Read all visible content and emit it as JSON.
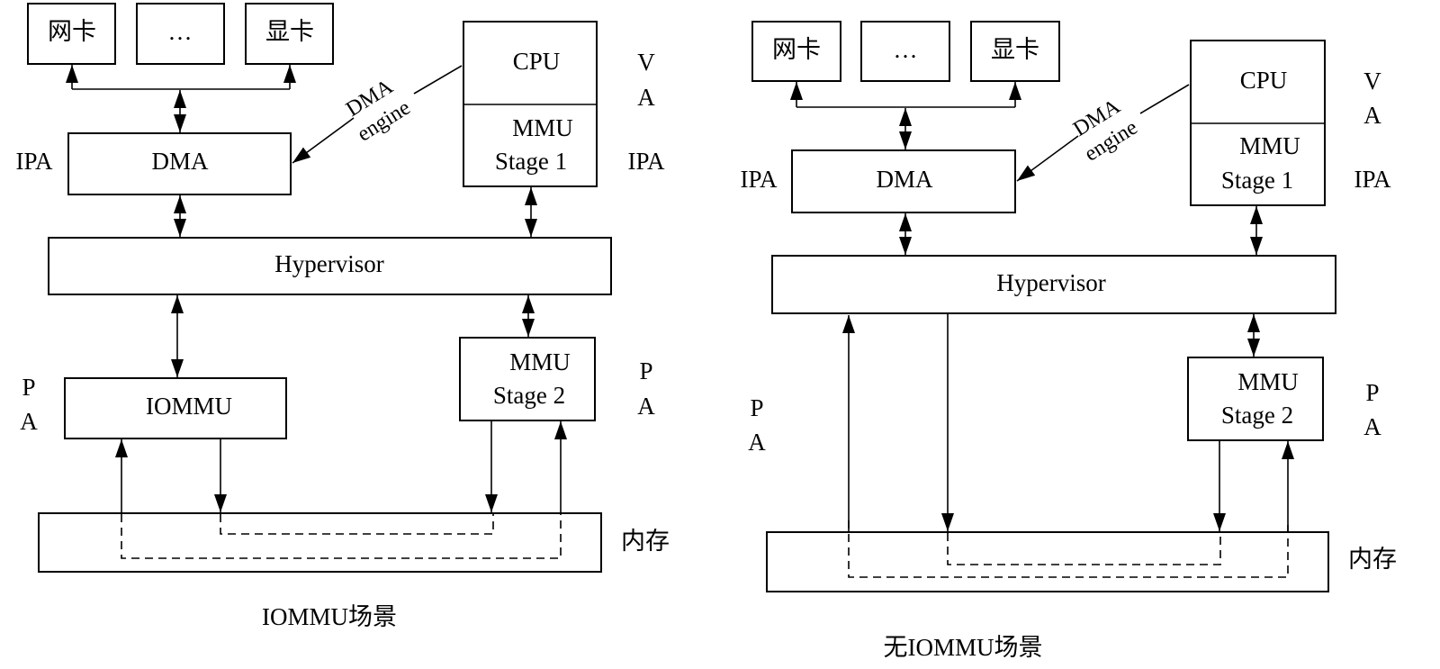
{
  "panels": [
    {
      "caption": "IOMMU场景",
      "devices": [
        "网卡",
        "…",
        "显卡"
      ],
      "dma": "DMA",
      "dma_engine": [
        "DMA",
        "engine"
      ],
      "cpu": "CPU",
      "mmu1": [
        "MMU",
        "Stage 1"
      ],
      "hypervisor": "Hypervisor",
      "iommu": "IOMMU",
      "mmu2": [
        "MMU",
        "Stage 2"
      ],
      "memory": "内存",
      "labels": {
        "va": [
          "V",
          "A"
        ],
        "ipa_left": "IPA",
        "ipa_right": "IPA",
        "pa_left": [
          "P",
          "A"
        ],
        "pa_right": [
          "P",
          "A"
        ]
      }
    },
    {
      "caption": "无IOMMU场景",
      "devices": [
        "网卡",
        "…",
        "显卡"
      ],
      "dma": "DMA",
      "dma_engine": [
        "DMA",
        "engine"
      ],
      "cpu": "CPU",
      "mmu1": [
        "MMU",
        "Stage 1"
      ],
      "hypervisor": "Hypervisor",
      "mmu2": [
        "MMU",
        "Stage 2"
      ],
      "memory": "内存",
      "labels": {
        "va": [
          "V",
          "A"
        ],
        "ipa_left": "IPA",
        "ipa_right": "IPA",
        "pa_left": [
          "P",
          "A"
        ],
        "pa_right": [
          "P",
          "A"
        ]
      }
    }
  ]
}
